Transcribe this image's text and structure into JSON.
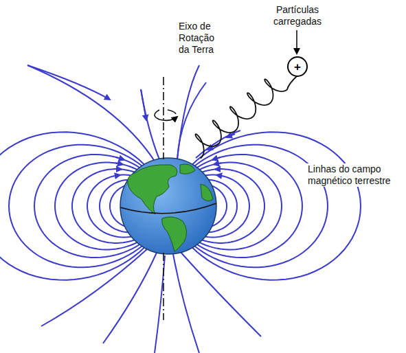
{
  "diagram": {
    "nodes": [
      {
        "text": [
          "+"
        ]
      }
    ],
    "labels": [
      "Partículas carregadas",
      "Eixo de Rotação da Terra",
      "Linhas do campo magnético terrestre"
    ]
  }
}
